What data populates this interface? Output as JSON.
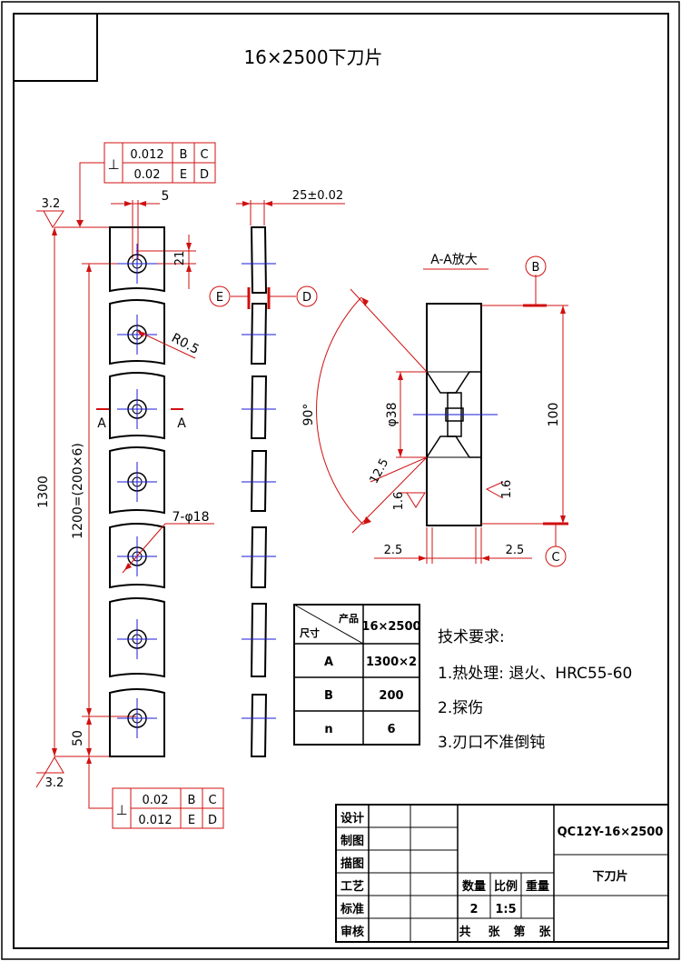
{
  "title": "16×2500下刀片",
  "flatness_top": {
    "symbol": "⊥",
    "rows": [
      [
        "0.012",
        "B",
        "C"
      ],
      [
        "0.02",
        "E",
        "D"
      ]
    ]
  },
  "flatness_bottom": {
    "symbol": "⊥",
    "rows": [
      [
        "0.02",
        "B",
        "C"
      ],
      [
        "0.012",
        "E",
        "D"
      ]
    ]
  },
  "roughness": {
    "top": "3.2",
    "bottom": "3.2"
  },
  "dims": {
    "width_5": "5",
    "thickness": "25±0.02",
    "offset_21": "21",
    "radius": "R0.5",
    "holes": "7-φ18",
    "total_1300": "1300",
    "pitch": "1200=(200×6)",
    "end_50": "50"
  },
  "datums": {
    "E": "E",
    "D": "D",
    "B": "B",
    "C": "C"
  },
  "section_marks": {
    "left": "A",
    "right": "A"
  },
  "section_view": {
    "title": "A-A放大",
    "angle": "90°",
    "dia": "φ38",
    "height": "100",
    "chamfer": "12.5",
    "rough_left": "1.6",
    "rough_right": "1.6",
    "gap_left": "2.5",
    "gap_right": "2.5"
  },
  "param_table": {
    "corner_top": "产品",
    "corner_bottom": "尺寸",
    "product": "16×2500",
    "rows": [
      {
        "label": "A",
        "value": "1300×2"
      },
      {
        "label": "B",
        "value": "200"
      },
      {
        "label": "n",
        "value": "6"
      }
    ]
  },
  "tech_req": {
    "heading": "技术要求:",
    "items": [
      "1.热处理: 退火、HRC55-60",
      "2.探伤",
      "3.刃口不准倒钝"
    ]
  },
  "title_block": {
    "roles": [
      "设计",
      "制图",
      "描图",
      "工艺",
      "标准",
      "审核"
    ],
    "drawing_no": "QC12Y-16×2500",
    "part_name": "下刀片",
    "qty_label": "数量",
    "scale_label": "比例",
    "weight_label": "重量",
    "qty": "2",
    "scale": "1:5",
    "sheets_label": [
      "共",
      "张",
      "第",
      "张"
    ]
  }
}
